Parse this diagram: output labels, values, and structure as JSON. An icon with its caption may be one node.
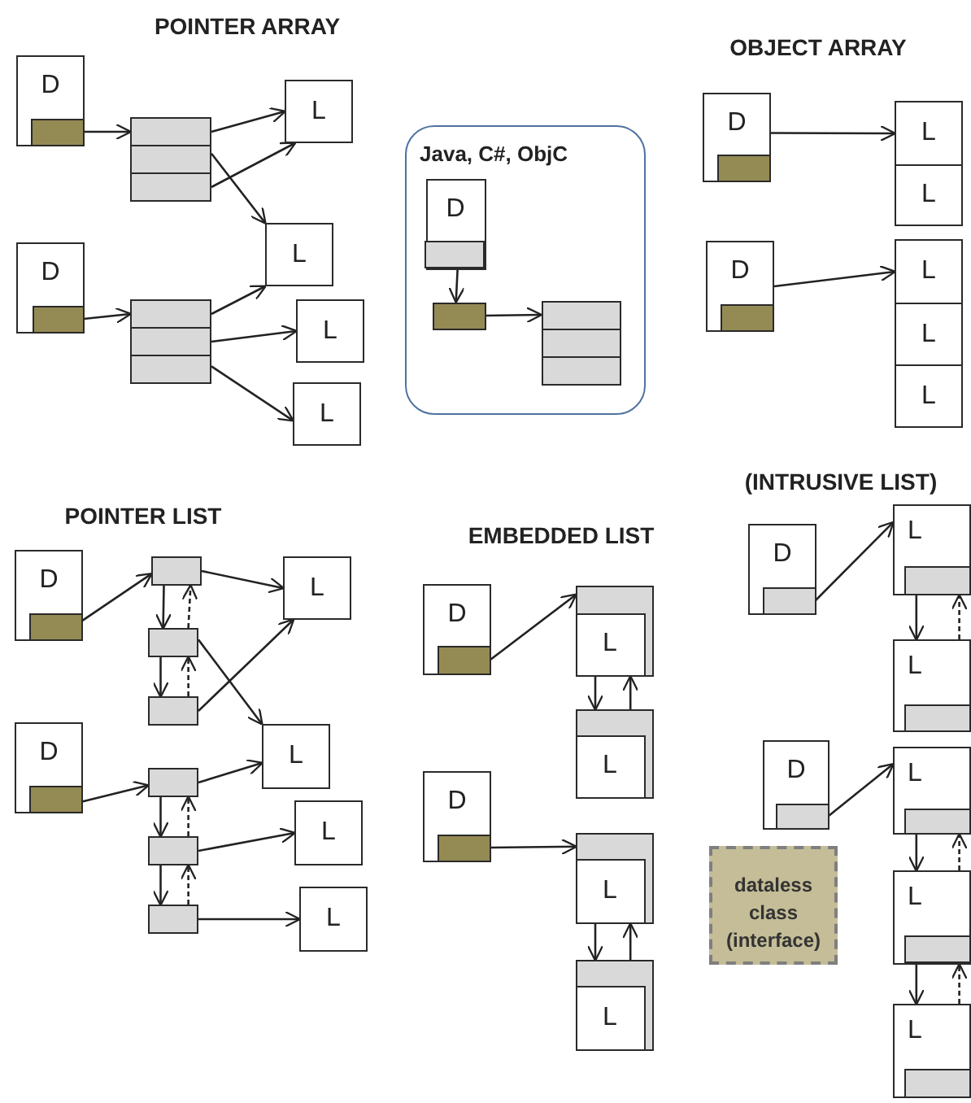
{
  "diagram": {
    "nodes": [
      {
        "text": [
          "D"
        ]
      },
      {
        "text": [],
        "shape": "box",
        "in": 0
      },
      {
        "text": [],
        "shape": "box"
      },
      {
        "text": [],
        "shape": "box"
      },
      {
        "text": [],
        "shape": "box"
      },
      {
        "text": [
          "L"
        ]
      },
      {
        "text": [
          "L"
        ]
      },
      {
        "text": [
          "D"
        ]
      },
      {
        "text": [],
        "shape": "box",
        "in": 7
      },
      {
        "text": [],
        "shape": "box"
      },
      {
        "text": [],
        "shape": "box"
      },
      {
        "text": [],
        "shape": "box"
      },
      {
        "text": [
          "L"
        ]
      },
      {
        "text": [
          "L"
        ]
      },
      {
        "text": [
          "Java, C#, ObjC"
        ]
      },
      {
        "text": [
          "D"
        ],
        "in": 14
      },
      {
        "text": [],
        "shape": "box",
        "in": 15
      },
      {
        "text": [],
        "shape": "box",
        "in": 14
      },
      {
        "text": [],
        "shape": "box",
        "in": 14
      },
      {
        "text": [],
        "shape": "box",
        "in": 14
      },
      {
        "text": [],
        "shape": "box",
        "in": 14
      },
      {
        "text": [
          "D"
        ]
      },
      {
        "text": [],
        "shape": "box",
        "in": 21
      },
      {
        "text": [
          "L"
        ]
      },
      {
        "text": [
          "L"
        ]
      },
      {
        "text": [
          "D"
        ]
      },
      {
        "text": [],
        "shape": "box",
        "in": 25
      },
      {
        "text": [
          "L"
        ]
      },
      {
        "text": [
          "L"
        ]
      },
      {
        "text": [
          "L"
        ]
      },
      {
        "text": [
          "D"
        ]
      },
      {
        "text": [],
        "shape": "box",
        "in": 30
      },
      {
        "text": [],
        "shape": "box"
      },
      {
        "text": [],
        "shape": "box"
      },
      {
        "text": [],
        "shape": "box"
      },
      {
        "text": [
          "L"
        ]
      },
      {
        "text": [
          "D"
        ]
      },
      {
        "text": [],
        "shape": "box",
        "in": 36
      },
      {
        "text": [],
        "shape": "box"
      },
      {
        "text": [],
        "shape": "box"
      },
      {
        "text": [],
        "shape": "box"
      },
      {
        "text": [
          "L"
        ]
      },
      {
        "text": [
          "L"
        ]
      },
      {
        "text": [
          "L"
        ]
      },
      {
        "text": [
          "D"
        ]
      },
      {
        "text": [],
        "shape": "box",
        "in": 44
      },
      {
        "text": [],
        "shape": "box"
      },
      {
        "text": [
          "L"
        ],
        "in": 46
      },
      {
        "text": [],
        "shape": "box"
      },
      {
        "text": [
          "L"
        ],
        "in": 48
      },
      {
        "text": [
          "D"
        ]
      },
      {
        "text": [],
        "shape": "box",
        "in": 50
      },
      {
        "text": [],
        "shape": "box"
      },
      {
        "text": [
          "L"
        ],
        "in": 52
      },
      {
        "text": [],
        "shape": "box"
      },
      {
        "text": [
          "L"
        ],
        "in": 54
      },
      {
        "text": [
          "D"
        ]
      },
      {
        "text": [],
        "shape": "box",
        "in": 56
      },
      {
        "text": [
          "L"
        ]
      },
      {
        "text": [],
        "shape": "box",
        "in": 58
      },
      {
        "text": [
          "L"
        ]
      },
      {
        "text": [],
        "shape": "box",
        "in": 60
      },
      {
        "text": [
          "D"
        ]
      },
      {
        "text": [],
        "shape": "box",
        "in": 62
      },
      {
        "text": [
          "L"
        ]
      },
      {
        "text": [],
        "shape": "box",
        "in": 64
      },
      {
        "text": [
          "L"
        ]
      },
      {
        "text": [],
        "shape": "box",
        "in": 66
      },
      {
        "text": [
          "L"
        ]
      },
      {
        "text": [],
        "shape": "box",
        "in": 68
      },
      {
        "text": [
          "dataless class (interface)"
        ]
      }
    ],
    "edges": [
      {
        "from": 1,
        "to": 2,
        "arrow": "to"
      },
      {
        "from": 2,
        "to": 5,
        "arrow": "to"
      },
      {
        "from": 4,
        "to": 5,
        "arrow": "to"
      },
      {
        "from": 3,
        "to": 6,
        "arrow": "to"
      },
      {
        "from": 8,
        "to": 9,
        "arrow": "to"
      },
      {
        "from": 9,
        "to": 6,
        "arrow": "to"
      },
      {
        "from": 10,
        "to": 12,
        "arrow": "to"
      },
      {
        "from": 11,
        "to": 13,
        "arrow": "to"
      },
      {
        "from": 16,
        "to": 17,
        "arrow": "to"
      },
      {
        "from": 17,
        "to": 18,
        "arrow": "to"
      },
      {
        "from": 21,
        "to": 23,
        "arrow": "to"
      },
      {
        "from": 25,
        "to": 27,
        "arrow": "to"
      },
      {
        "from": 31,
        "to": 32,
        "arrow": "to"
      },
      {
        "from": 32,
        "to": 35,
        "arrow": "to"
      },
      {
        "from": 32,
        "to": 33,
        "arrow": "to"
      },
      {
        "from": 33,
        "to": 32,
        "arrow": "to",
        "style": "dashed"
      },
      {
        "from": 33,
        "to": 34,
        "arrow": "to"
      },
      {
        "from": 34,
        "to": 33,
        "arrow": "to",
        "style": "dashed"
      },
      {
        "from": 33,
        "to": 41,
        "arrow": "to"
      },
      {
        "from": 34,
        "to": 35,
        "arrow": "to"
      },
      {
        "from": 37,
        "to": 38,
        "arrow": "to"
      },
      {
        "from": 38,
        "to": 41,
        "arrow": "to"
      },
      {
        "from": 38,
        "to": 39,
        "arrow": "to"
      },
      {
        "from": 39,
        "to": 38,
        "arrow": "to",
        "style": "dashed"
      },
      {
        "from": 39,
        "to": 40,
        "arrow": "to"
      },
      {
        "from": 40,
        "to": 39,
        "arrow": "to",
        "style": "dashed"
      },
      {
        "from": 39,
        "to": 42,
        "arrow": "to"
      },
      {
        "from": 40,
        "to": 43,
        "arrow": "to"
      },
      {
        "from": 45,
        "to": 46,
        "arrow": "to"
      },
      {
        "from": 46,
        "to": 48,
        "arrow": "to"
      },
      {
        "from": 48,
        "to": 46,
        "arrow": "to"
      },
      {
        "from": 51,
        "to": 52,
        "arrow": "to"
      },
      {
        "from": 52,
        "to": 54,
        "arrow": "to"
      },
      {
        "from": 54,
        "to": 52,
        "arrow": "to"
      },
      {
        "from": 57,
        "to": 58,
        "arrow": "to"
      },
      {
        "from": 58,
        "to": 60,
        "arrow": "to"
      },
      {
        "from": 60,
        "to": 58,
        "arrow": "to",
        "style": "dashed"
      },
      {
        "from": 63,
        "to": 64,
        "arrow": "to"
      },
      {
        "from": 64,
        "to": 66,
        "arrow": "to"
      },
      {
        "from": 66,
        "to": 64,
        "arrow": "to",
        "style": "dashed"
      },
      {
        "from": 66,
        "to": 68,
        "arrow": "to"
      },
      {
        "from": 68,
        "to": 66,
        "arrow": "to",
        "style": "dashed"
      }
    ],
    "labels": [
      "POINTER ARRAY",
      "OBJECT ARRAY",
      "(INTRUSIVE LIST)",
      "POINTER LIST",
      "EMBEDDED LIST"
    ]
  }
}
